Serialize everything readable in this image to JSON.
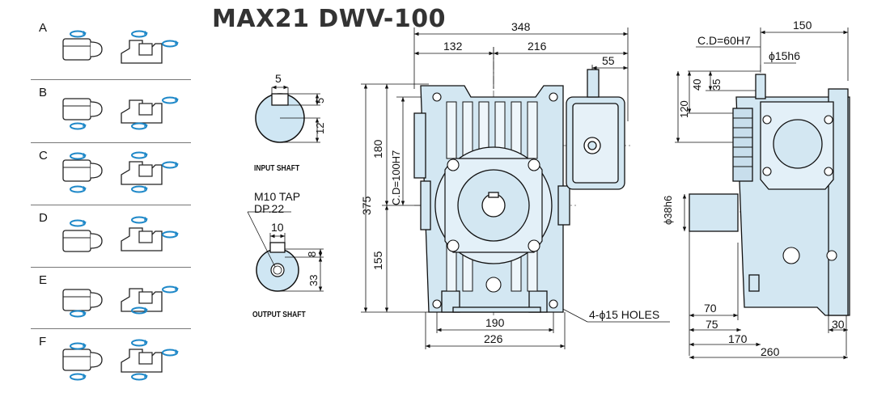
{
  "title": "MAX21 DWV-100",
  "mounting_positions": [
    {
      "letter": "A"
    },
    {
      "letter": "B"
    },
    {
      "letter": "C"
    },
    {
      "letter": "D"
    },
    {
      "letter": "E"
    },
    {
      "letter": "F"
    }
  ],
  "input_shaft": {
    "label": "INPUT SHAFT",
    "key_width": "5",
    "key_depth": "5",
    "half_dia": "12"
  },
  "output_shaft": {
    "label": "OUTPUT SHAFT",
    "tap": "M10 TAP",
    "depth": "DP.22",
    "key_width": "10",
    "key_depth": "8",
    "half_dia": "33"
  },
  "front_view": {
    "total_width": "348",
    "left_width": "132",
    "right_width": "216",
    "input_offset": "55",
    "upper_height": "180",
    "center_distance": "C.D=100H7",
    "total_height": "375",
    "lower_height": "155",
    "bolt_span": "190",
    "base_width": "226",
    "holes": "4-ϕ15 HOLES"
  },
  "side_view": {
    "center_distance": "C.D=60H7",
    "top_width": "150",
    "input_dia": "ϕ15h6",
    "shaft_40": "40",
    "shaft_35": "35",
    "height_120": "120",
    "output_dia": "ϕ38h6",
    "d70": "70",
    "d75": "75",
    "d30": "30",
    "d170": "170",
    "d260": "260"
  }
}
